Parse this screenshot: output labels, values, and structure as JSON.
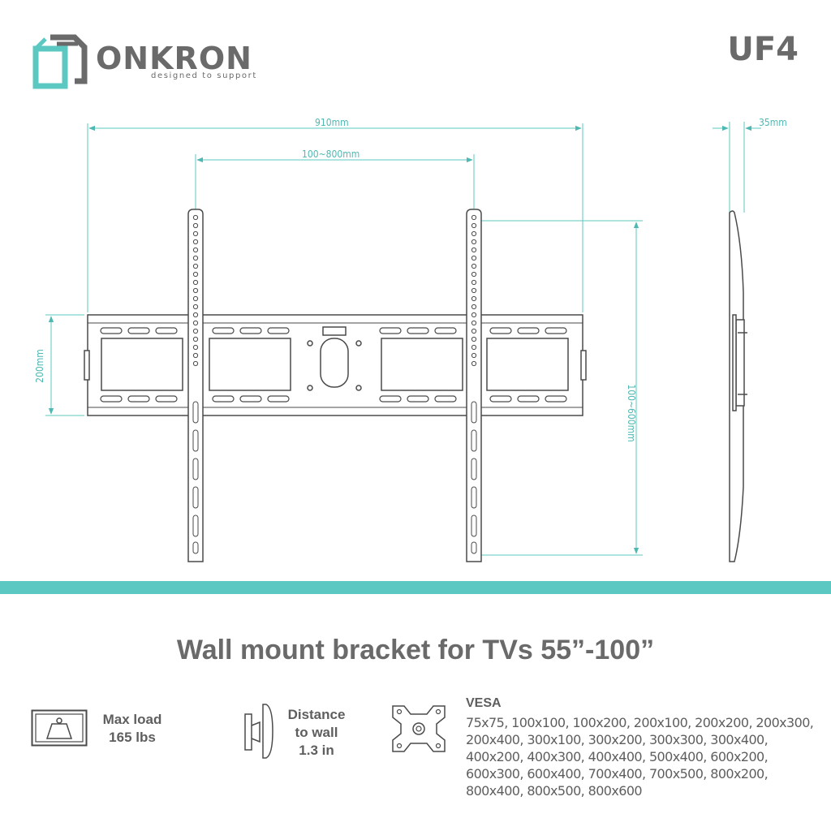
{
  "brand": {
    "name": "ONKRON",
    "tagline": "designed to support"
  },
  "model": "UF4",
  "dimensions": {
    "total_width": "910mm",
    "vesa_horizontal": "100~800mm",
    "plate_height": "200mm",
    "vesa_vertical": "100~600mm",
    "depth": "35mm"
  },
  "headline": "Wall mount bracket for TVs 55”-100”",
  "features": {
    "max_load_line1": "Max load",
    "max_load_line2": "165 lbs",
    "distance_line1": "Distance",
    "distance_line2": "to wall",
    "distance_line3": "1.3 in",
    "vesa_title": "VESA",
    "vesa_list": "75x75, 100x100, 100x200, 200x100, 200x200, 200x300, 200x400, 300x100, 300x200, 300x300, 300x400, 400x200, 400x300, 400x400, 500x400, 600x200, 600x300, 600x400, 700x400, 700x500, 800x200, 800x400, 800x500, 800x600"
  },
  "colors": {
    "accent": "#5cc8c2",
    "text": "#5e5e5e",
    "line": "#4a4a4a"
  },
  "icons": [
    "onkron-logo-icon",
    "weight-icon",
    "wall-distance-icon",
    "vesa-plate-icon"
  ]
}
